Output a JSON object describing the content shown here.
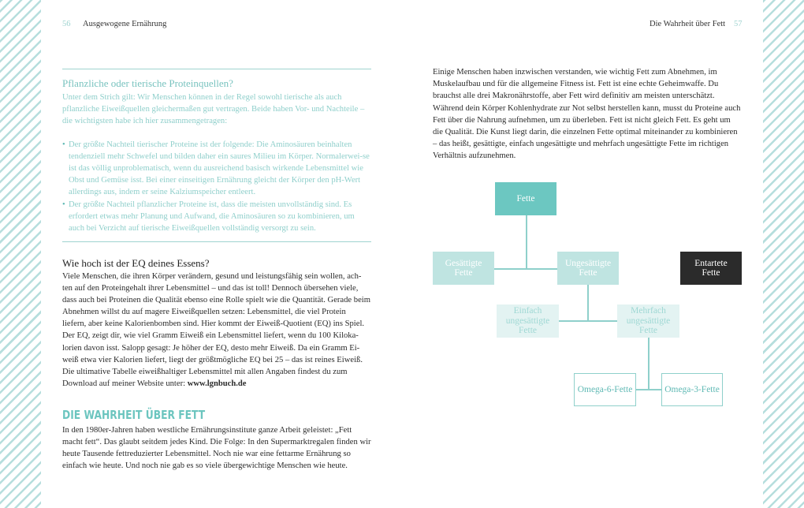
{
  "header": {
    "left_page_number": "56",
    "left_title": "Ausgewogene Ernährung",
    "right_title": "Die Wahrheit über Fett",
    "right_page_number": "57"
  },
  "info_box": {
    "heading": "Pflanzliche oder tierische Proteinquellen?",
    "intro": "Unter dem Strich gilt: Wir Menschen können in der Regel sowohl tierische als auch pflanzliche Eiweißquellen gleichermaßen gut vertragen. Beide haben Vor- und Nachteile – die wichtigsten habe ich hier zusammengetragen:",
    "bullet_symbol": "•",
    "bullets": [
      "Der größte Nachteil tierischer Proteine ist der folgende: Die Aminosäuren beinhalten tendenziell mehr Schwefel und bilden daher ein saures Milieu im Körper. Normalerwei-se ist das völlig unproblematisch, wenn du ausreichend basisch wirkende Lebensmittel wie Obst und Gemüse isst. Bei einer einseitigen Ernährung gleicht der Körper den pH-Wert allerdings aus, indem er seine Kalziumspeicher entleert.",
      "Der größte Nachteil pflanzlicher Proteine ist, dass die meisten unvollständig sind. Es erfordert etwas mehr Planung und Aufwand, die Aminosäuren so zu kombinieren, um auch bei Verzicht auf tierische Eiweißquellen vollständig versorgt zu sein."
    ]
  },
  "eq_section": {
    "heading": "Wie hoch ist der EQ deines Essens?",
    "body": "Viele Menschen, die ihren Körper verändern, gesund und leistungsfähig sein wollen, ach-ten auf den Proteingehalt ihrer Lebensmittel – und das ist toll! Dennoch übersehen viele, dass auch bei Proteinen die Qualität ebenso eine Rolle spielt wie die Quantität. Gerade beim Abnehmen willst du auf magere Eiweißquellen setzen: Lebensmittel, die viel Protein liefern, aber keine Kalorienbomben sind. Hier kommt der Eiweiß-Quotient (EQ) ins Spiel. Der EQ, zeigt dir, wie viel Gramm Eiweiß ein Lebensmittel liefert, wenn du 100 Kiloka-lorien davon isst. Salopp gesagt: Je höher der EQ, desto mehr Eiweiß. Da ein Gramm Ei-weiß etwa vier Kalorien liefert, liegt der größtmögliche EQ bei 25 – das ist reines Eiweiß. Die ultimative Tabelle eiweißhaltiger Lebensmittel mit allen Angaben findest du zum Download auf meiner Website unter: ",
    "link": "www.lgnbuch.de"
  },
  "fett_section": {
    "heading": "DIE WAHRHEIT ÜBER FETT",
    "body": "In den 1980er-Jahren haben westliche Ernährungsinstitute ganze Arbeit geleistet: „Fett macht fett“. Das glaubt seitdem jedes Kind. Die Folge: In den Supermarktregalen finden wir heute Tausende fettreduzierter Lebensmittel. Noch nie war eine fettarme Ernährung so einfach wie heute. Und noch nie gab es so viele übergewichtige Menschen wie heute."
  },
  "right_column": {
    "body": "Einige Menschen haben inzwischen verstanden, wie wichtig Fett zum Abnehmen, im Muskelaufbau und für die allgemeine Fitness ist. Fett ist eine echte Geheimwaffe. Du brauchst alle drei Makronährstoffe, aber Fett wird definitiv am meisten unterschätzt. Während dein Körper Kohlenhydrate zur Not selbst herstellen kann, musst du Proteine auch Fett über die Nahrung aufnehmen, um zu überleben. Fett ist nicht gleich Fett. Es geht um die Qualität. Die Kunst liegt darin, die einzelnen Fette optimal miteinander zu kombinieren – das heißt, gesättigte, einfach ungesättigte und mehrfach ungesättigte Fette im richtigen Verhältnis aufzunehmen."
  },
  "diagram": {
    "root": "Fette",
    "saturated": "Gesättigte Fette",
    "unsaturated": "Ungesättigte Fette",
    "degenerated": "Entartete Fette",
    "mono": "Einfach ungesättigte Fette",
    "poly": "Mehrfach ungesättigte Fette",
    "omega6": "Omega-6-Fette",
    "omega3": "Omega-3-Fette"
  }
}
